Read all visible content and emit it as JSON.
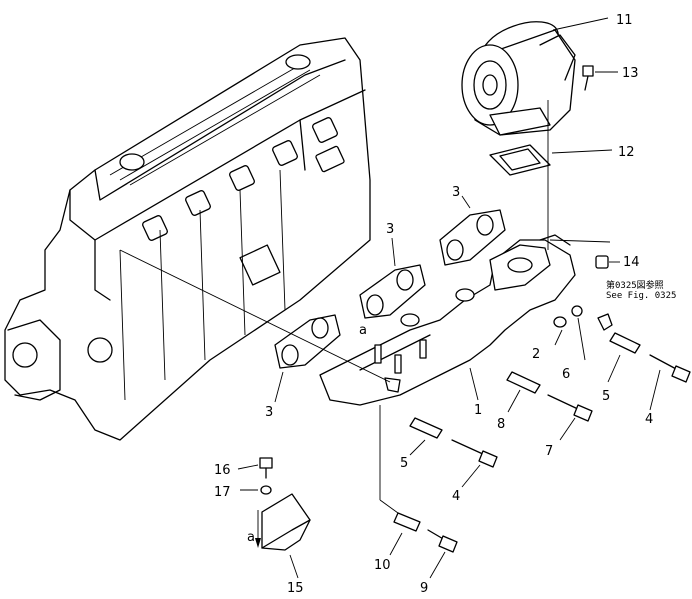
{
  "callouts": {
    "c1": "1",
    "c2": "2",
    "c3a": "3",
    "c3b": "3",
    "c3c": "3",
    "c4a": "4",
    "c4b": "4",
    "c5a": "5",
    "c5b": "5",
    "c6": "6",
    "c7": "7",
    "c8": "8",
    "c9": "9",
    "c10": "10",
    "c11": "11",
    "c12": "12",
    "c13": "13",
    "c14": "14",
    "c15": "15",
    "c16": "16",
    "c17": "17"
  },
  "marks": {
    "a_manifold": "a",
    "a_bracket": "a"
  },
  "note": {
    "line1": "第0325図参照",
    "line2": "See Fig. 0325"
  }
}
